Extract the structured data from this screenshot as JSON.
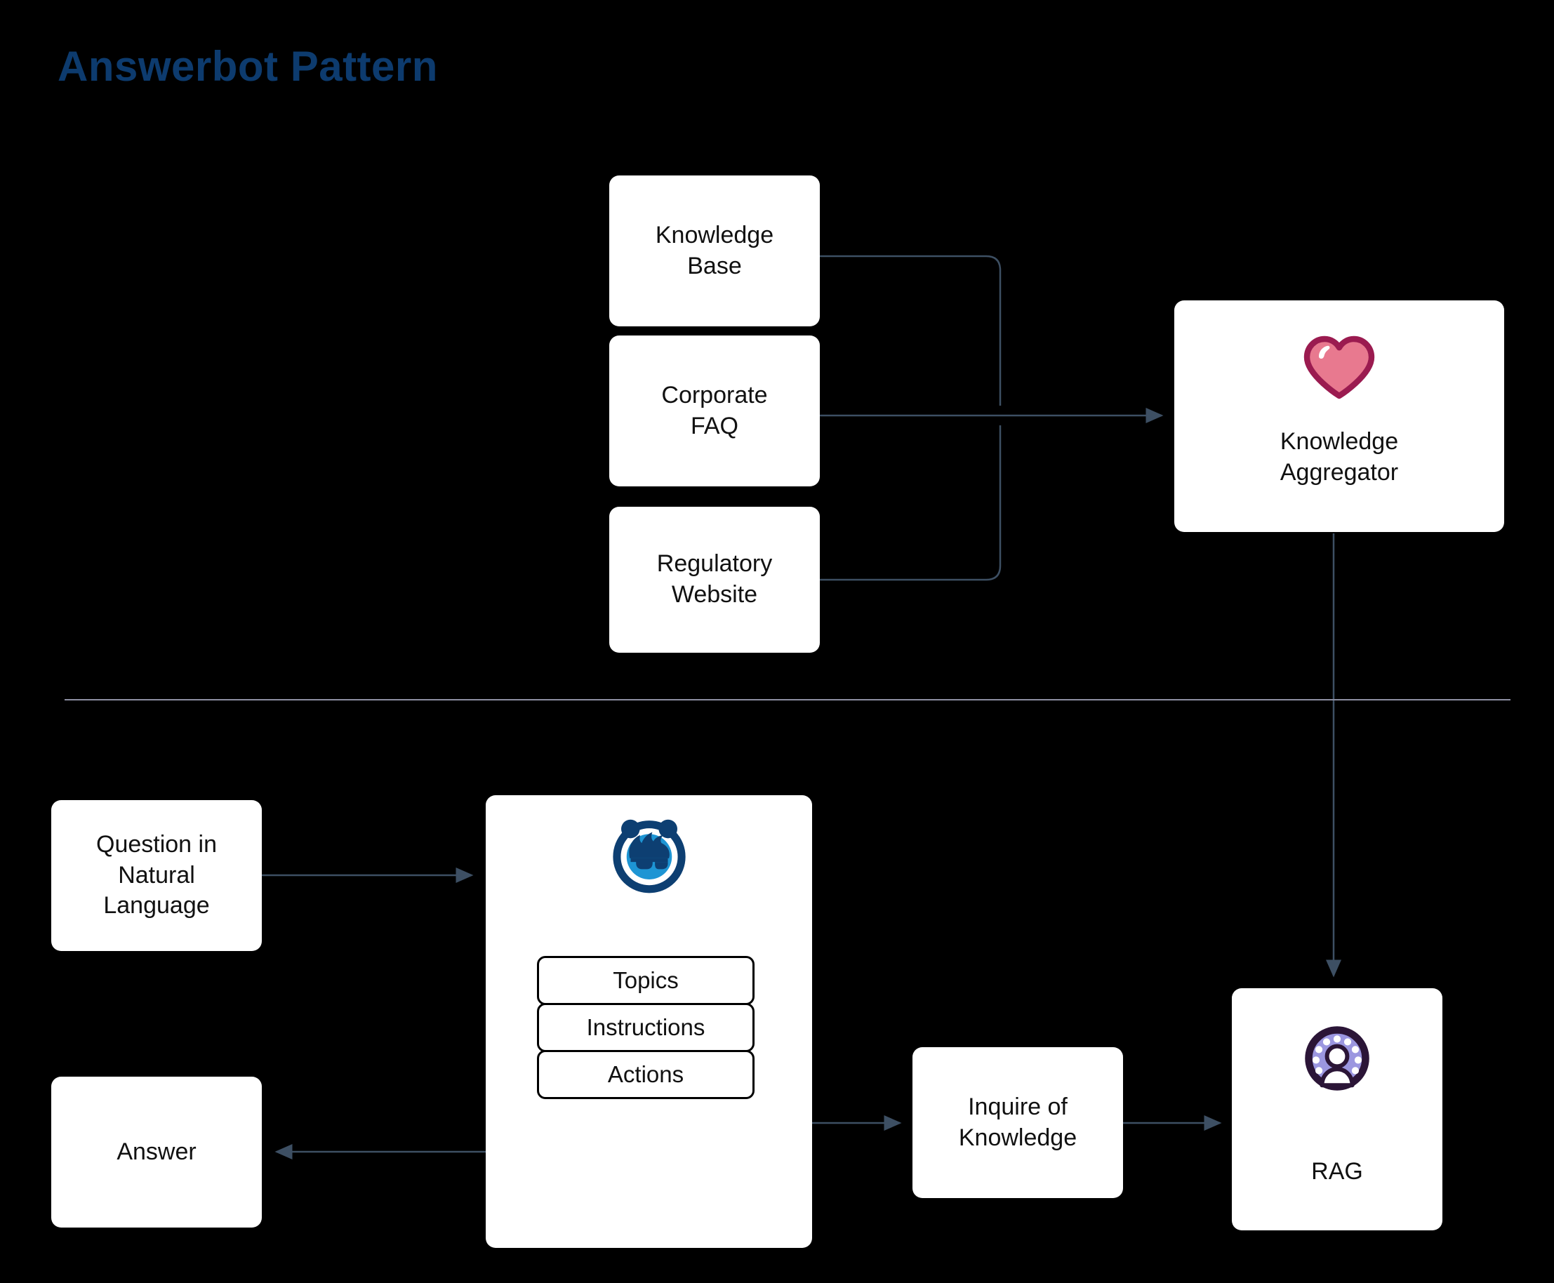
{
  "page": {
    "title": "Answerbot Pattern",
    "background": "#000000",
    "title_color": "#0d3b6e"
  },
  "colors": {
    "node_fill": "#ffffff",
    "node_text": "#111111",
    "edge": "#3d4f63",
    "divider": "#8d8fa3",
    "heart_fill": "#e8798f",
    "heart_stroke": "#9b1b50",
    "bot_navy": "#0d3f72",
    "bot_blue": "#1d95d4",
    "rag_ring": "#2b1537",
    "rag_fill": "#9b96e0"
  },
  "nodes": {
    "knowledge_base": {
      "label": "Knowledge\nBase"
    },
    "corporate_faq": {
      "label": "Corporate\nFAQ"
    },
    "regulatory_website": {
      "label": "Regulatory\nWebsite"
    },
    "knowledge_aggregator": {
      "label": "Knowledge\nAggregator",
      "icon": "heart-icon"
    },
    "rag": {
      "label": "RAG",
      "icon": "rag-user-icon"
    },
    "question": {
      "label": "Question in\nNatural\nLanguage"
    },
    "answer": {
      "label": "Answer"
    },
    "inquire": {
      "label": "Inquire of\nKnowledge"
    },
    "answerbot": {
      "icon": "answerbot-avatar-icon",
      "subboxes": [
        {
          "label": "Topics"
        },
        {
          "label": "Instructions"
        },
        {
          "label": "Actions"
        }
      ]
    }
  },
  "edges": [
    {
      "name": "knowledge-base-to-aggregator",
      "from": "knowledge_base",
      "to": "knowledge_aggregator"
    },
    {
      "name": "corporate-faq-to-aggregator",
      "from": "corporate_faq",
      "to": "knowledge_aggregator"
    },
    {
      "name": "regulatory-website-to-aggregator",
      "from": "regulatory_website",
      "to": "knowledge_aggregator"
    },
    {
      "name": "aggregator-to-rag",
      "from": "knowledge_aggregator",
      "to": "rag"
    },
    {
      "name": "question-to-answerbot",
      "from": "question",
      "to": "answerbot"
    },
    {
      "name": "answerbot-to-answer",
      "from": "answerbot",
      "to": "answer"
    },
    {
      "name": "actions-to-inquire",
      "from": "answerbot",
      "to": "inquire"
    },
    {
      "name": "inquire-to-rag",
      "from": "inquire",
      "to": "rag"
    }
  ]
}
